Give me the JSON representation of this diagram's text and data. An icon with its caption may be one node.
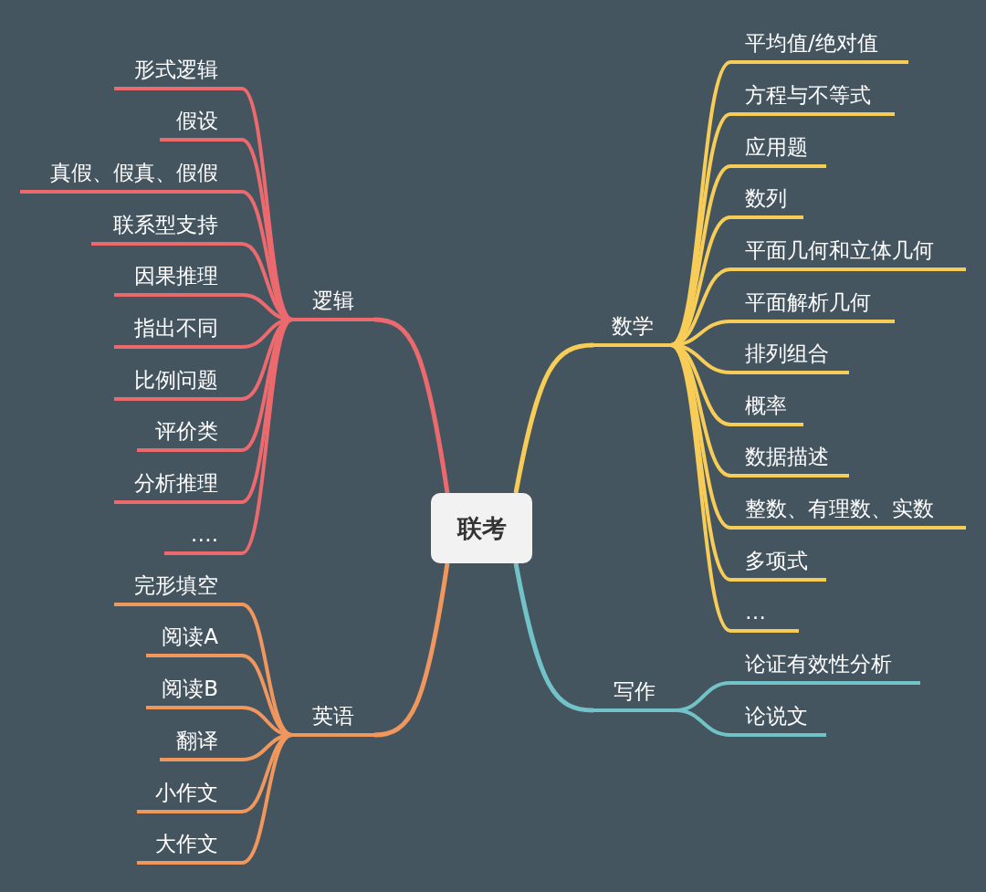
{
  "diagram": {
    "nodes": [
      {
        "text": [
          "联考"
        ]
      },
      {
        "text": [
          "逻辑"
        ]
      },
      {
        "text": [
          "形式逻辑"
        ]
      },
      {
        "text": [
          "假设"
        ]
      },
      {
        "text": [
          "真假、假真、假假"
        ]
      },
      {
        "text": [
          "联系型支持"
        ]
      },
      {
        "text": [
          "因果推理"
        ]
      },
      {
        "text": [
          "指出不同"
        ]
      },
      {
        "text": [
          "比例问题"
        ]
      },
      {
        "text": [
          "评价类"
        ]
      },
      {
        "text": [
          "分析推理"
        ]
      },
      {
        "text": [
          "…."
        ]
      },
      {
        "text": [
          "英语"
        ]
      },
      {
        "text": [
          "完形填空"
        ]
      },
      {
        "text": [
          "阅读A"
        ]
      },
      {
        "text": [
          "阅读B"
        ]
      },
      {
        "text": [
          "翻译"
        ]
      },
      {
        "text": [
          "小作文"
        ]
      },
      {
        "text": [
          "大作文"
        ]
      },
      {
        "text": [
          "数学"
        ]
      },
      {
        "text": [
          "平均值/绝对值"
        ]
      },
      {
        "text": [
          "方程与不等式"
        ]
      },
      {
        "text": [
          "应用题"
        ]
      },
      {
        "text": [
          "数列"
        ]
      },
      {
        "text": [
          "平面几何和立体几何"
        ]
      },
      {
        "text": [
          "平面解析几何"
        ]
      },
      {
        "text": [
          "排列组合"
        ]
      },
      {
        "text": [
          "概率"
        ]
      },
      {
        "text": [
          "数据描述"
        ]
      },
      {
        "text": [
          "整数、有理数、实数"
        ]
      },
      {
        "text": [
          "多项式"
        ]
      },
      {
        "text": [
          "…"
        ]
      },
      {
        "text": [
          "写作"
        ]
      },
      {
        "text": [
          "论证有效性分析"
        ]
      },
      {
        "text": [
          "论说文"
        ]
      }
    ],
    "edges": [
      {
        "from": 0,
        "to": 1,
        "arrow": "none",
        "color": "#ec6a6e"
      },
      {
        "from": 1,
        "to": 2,
        "arrow": "none",
        "color": "#ec6a6e"
      },
      {
        "from": 1,
        "to": 3,
        "arrow": "none",
        "color": "#ec6a6e"
      },
      {
        "from": 1,
        "to": 4,
        "arrow": "none",
        "color": "#ec6a6e"
      },
      {
        "from": 1,
        "to": 5,
        "arrow": "none",
        "color": "#ec6a6e"
      },
      {
        "from": 1,
        "to": 6,
        "arrow": "none",
        "color": "#ec6a6e"
      },
      {
        "from": 1,
        "to": 7,
        "arrow": "none",
        "color": "#ec6a6e"
      },
      {
        "from": 1,
        "to": 8,
        "arrow": "none",
        "color": "#ec6a6e"
      },
      {
        "from": 1,
        "to": 9,
        "arrow": "none",
        "color": "#ec6a6e"
      },
      {
        "from": 1,
        "to": 10,
        "arrow": "none",
        "color": "#ec6a6e"
      },
      {
        "from": 1,
        "to": 11,
        "arrow": "none",
        "color": "#ec6a6e"
      },
      {
        "from": 0,
        "to": 12,
        "arrow": "none",
        "color": "#f0975e"
      },
      {
        "from": 12,
        "to": 13,
        "arrow": "none",
        "color": "#f0975e"
      },
      {
        "from": 12,
        "to": 14,
        "arrow": "none",
        "color": "#f0975e"
      },
      {
        "from": 12,
        "to": 15,
        "arrow": "none",
        "color": "#f0975e"
      },
      {
        "from": 12,
        "to": 16,
        "arrow": "none",
        "color": "#f0975e"
      },
      {
        "from": 12,
        "to": 17,
        "arrow": "none",
        "color": "#f0975e"
      },
      {
        "from": 12,
        "to": 18,
        "arrow": "none",
        "color": "#f0975e"
      },
      {
        "from": 0,
        "to": 19,
        "arrow": "none",
        "color": "#f7cd58"
      },
      {
        "from": 19,
        "to": 20,
        "arrow": "none",
        "color": "#f7cd58"
      },
      {
        "from": 19,
        "to": 21,
        "arrow": "none",
        "color": "#f7cd58"
      },
      {
        "from": 19,
        "to": 22,
        "arrow": "none",
        "color": "#f7cd58"
      },
      {
        "from": 19,
        "to": 23,
        "arrow": "none",
        "color": "#f7cd58"
      },
      {
        "from": 19,
        "to": 24,
        "arrow": "none",
        "color": "#f7cd58"
      },
      {
        "from": 19,
        "to": 25,
        "arrow": "none",
        "color": "#f7cd58"
      },
      {
        "from": 19,
        "to": 26,
        "arrow": "none",
        "color": "#f7cd58"
      },
      {
        "from": 19,
        "to": 27,
        "arrow": "none",
        "color": "#f7cd58"
      },
      {
        "from": 19,
        "to": 28,
        "arrow": "none",
        "color": "#f7cd58"
      },
      {
        "from": 19,
        "to": 29,
        "arrow": "none",
        "color": "#f7cd58"
      },
      {
        "from": 19,
        "to": 30,
        "arrow": "none",
        "color": "#f7cd58"
      },
      {
        "from": 19,
        "to": 31,
        "arrow": "none",
        "color": "#f7cd58"
      },
      {
        "from": 0,
        "to": 32,
        "arrow": "none",
        "color": "#72c3c7"
      },
      {
        "from": 32,
        "to": 33,
        "arrow": "none",
        "color": "#72c3c7"
      },
      {
        "from": 32,
        "to": 34,
        "arrow": "none",
        "color": "#72c3c7"
      }
    ]
  }
}
